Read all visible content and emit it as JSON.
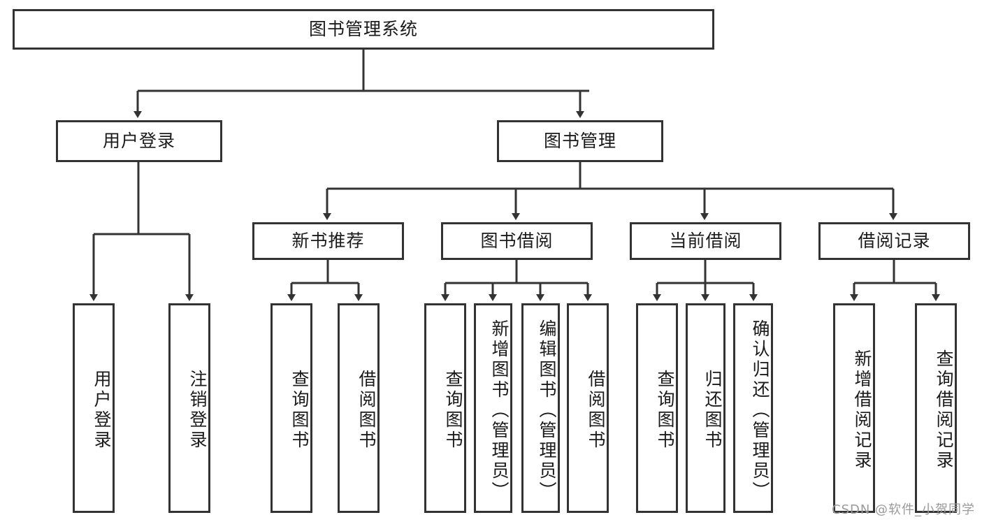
{
  "diagram": {
    "title": "图书管理系统",
    "watermark": "CSDN @软件_小贺同学",
    "colors": {
      "stroke": "#333333",
      "fill": "#ffffff",
      "text": "#1a1a1a",
      "watermark": "#9a9a9a"
    },
    "nodes": {
      "root": {
        "label": "图书管理系统"
      },
      "user_login": {
        "label": "用户登录"
      },
      "book_manage": {
        "label": "图书管理"
      },
      "new_book_rec": {
        "label": "新书推荐"
      },
      "book_borrow": {
        "label": "图书借阅"
      },
      "current_borrow": {
        "label": "当前借阅"
      },
      "borrow_record": {
        "label": "借阅记录"
      },
      "leaf_user_login": {
        "label": "用户登录"
      },
      "leaf_user_logout": {
        "label": "注销登录"
      },
      "leaf_rec_query": {
        "label": "查询图书"
      },
      "leaf_rec_borrow": {
        "label": "借阅图书"
      },
      "leaf_bb_query": {
        "label": "查询图书"
      },
      "leaf_bb_add": {
        "label": "新增图书（管理员）"
      },
      "leaf_bb_edit": {
        "label": "编辑图书（管理员）"
      },
      "leaf_bb_borrow": {
        "label": "借阅图书"
      },
      "leaf_cb_query": {
        "label": "查询图书"
      },
      "leaf_cb_return": {
        "label": "归还图书"
      },
      "leaf_cb_confirm": {
        "label": "确认归还（管理员）"
      },
      "leaf_br_add": {
        "label": "新增借阅记录"
      },
      "leaf_br_query": {
        "label": "查询借阅记录"
      }
    }
  }
}
